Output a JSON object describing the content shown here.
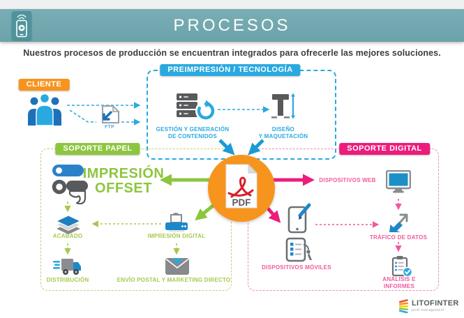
{
  "header": {
    "title": "PROCESOS"
  },
  "intro": "Nuestros procesos de producción se encuentran integrados para ofrecerle las mejores soluciones.",
  "sections": {
    "cliente": {
      "label": "CLIENTE"
    },
    "preimpresion": {
      "label": "PREIMPRESIÓN / TECNOLOGÍA",
      "nodes": {
        "gestion": "GESTIÓN Y GENERACIÓN\nDE CONTENIDOS",
        "diseno": "DISEÑO\nY MAQUETACIÓN"
      }
    },
    "soporte_papel": {
      "label": "SOPORTE PAPEL",
      "nodes": {
        "offset": "IMPRESIÓN\nOFFSET",
        "acabado": "ACABADO",
        "impresion_digital": "IMPRESIÓN DIGITAL",
        "distribucion": "DISTRIBUCIÓN",
        "envio": "ENVÍO POSTAL Y MARKETING DIRECTO"
      }
    },
    "soporte_digital": {
      "label": "SOPORTE DIGITAL",
      "nodes": {
        "web": "DISPOSITIVOS WEB",
        "moviles": "DISPOSITIVOS MÓVILES",
        "trafico": "TRÁFICO DE DATOS",
        "analisis": "ANÁLISIS E INFORMES"
      }
    }
  },
  "ftp": {
    "label": "FTP"
  },
  "hub": {
    "label": "PDF"
  },
  "footer": {
    "brand": "LITOFINTER",
    "tagline": "print management"
  },
  "colors": {
    "teal": "#74a9b1",
    "teal_dark": "#4f939c",
    "orange": "#f7941e",
    "blue": "#29a9e0",
    "blue_dark": "#1b9ad6",
    "blue_deep": "#1d71b8",
    "green": "#8cc63e",
    "green_light": "#a5c94c",
    "pink": "#ec1c7c",
    "pink_light": "#ee5a9d",
    "gray_icon": "#58595b",
    "text": "#3d3d3d"
  }
}
